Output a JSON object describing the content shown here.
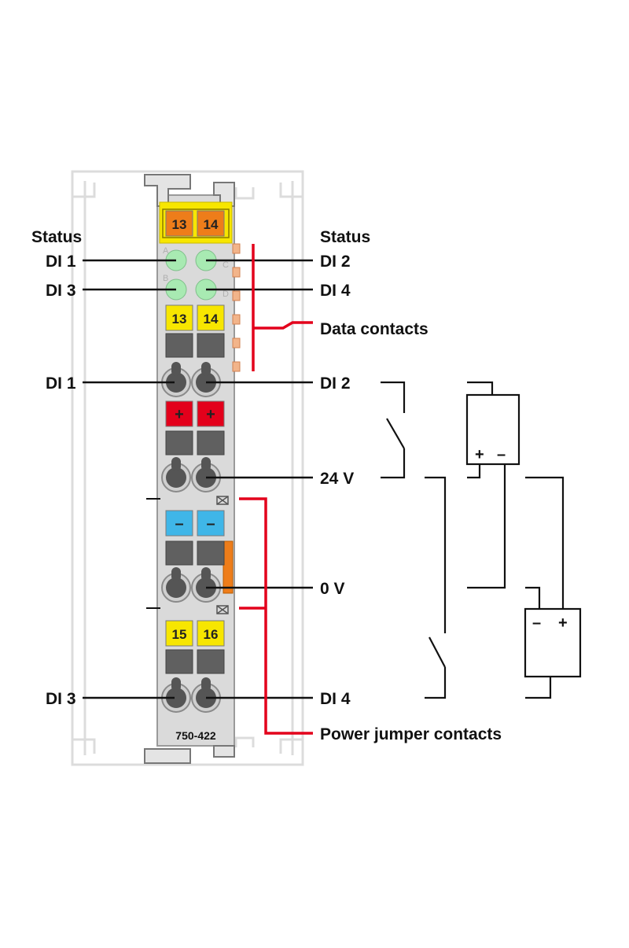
{
  "colors": {
    "background": "#ffffff",
    "rail": "#dcdcdc",
    "module_body": "#dadada",
    "module_edge": "#9a9a9a",
    "top_band": "#f7e600",
    "top_tile": "#ee7d1a",
    "led_green": "#a8eab2",
    "terminal_yellow": "#f7e600",
    "terminal_red": "#e3001b",
    "terminal_blue": "#3fb6e8",
    "pushbutton_gray": "#606060",
    "clamp_gray": "#555555",
    "data_contact": "#f2b48a",
    "jumper_orange": "#ee7d1a",
    "bracket_red": "#e3001b",
    "line_black": "#111111"
  },
  "module": {
    "model": "750-422",
    "top_terminals": [
      "13",
      "14"
    ],
    "led_letters": [
      "A",
      "C",
      "B",
      "D"
    ],
    "row1_terminals": [
      "13",
      "14"
    ],
    "row2_terminals": [
      "+",
      "+"
    ],
    "row3_terminals": [
      "–",
      "–"
    ],
    "row4_terminals": [
      "15",
      "16"
    ]
  },
  "labels": {
    "status_left": "Status",
    "status_right": "Status",
    "led_di1": "DI 1",
    "led_di2": "DI 2",
    "led_di3": "DI 3",
    "led_di4": "DI 4",
    "data_contacts": "Data contacts",
    "clamp_di1": "DI 1",
    "clamp_di2": "DI 2",
    "clamp_24v": "24 V",
    "clamp_0v": "0 V",
    "clamp_di3": "DI 3",
    "clamp_di4": "DI 4",
    "power_jumper_contacts": "Power jumper contacts"
  },
  "schematic": {
    "upper_box_plus": "+",
    "upper_box_minus": "–",
    "lower_box_minus": "–",
    "lower_box_plus": "+"
  }
}
